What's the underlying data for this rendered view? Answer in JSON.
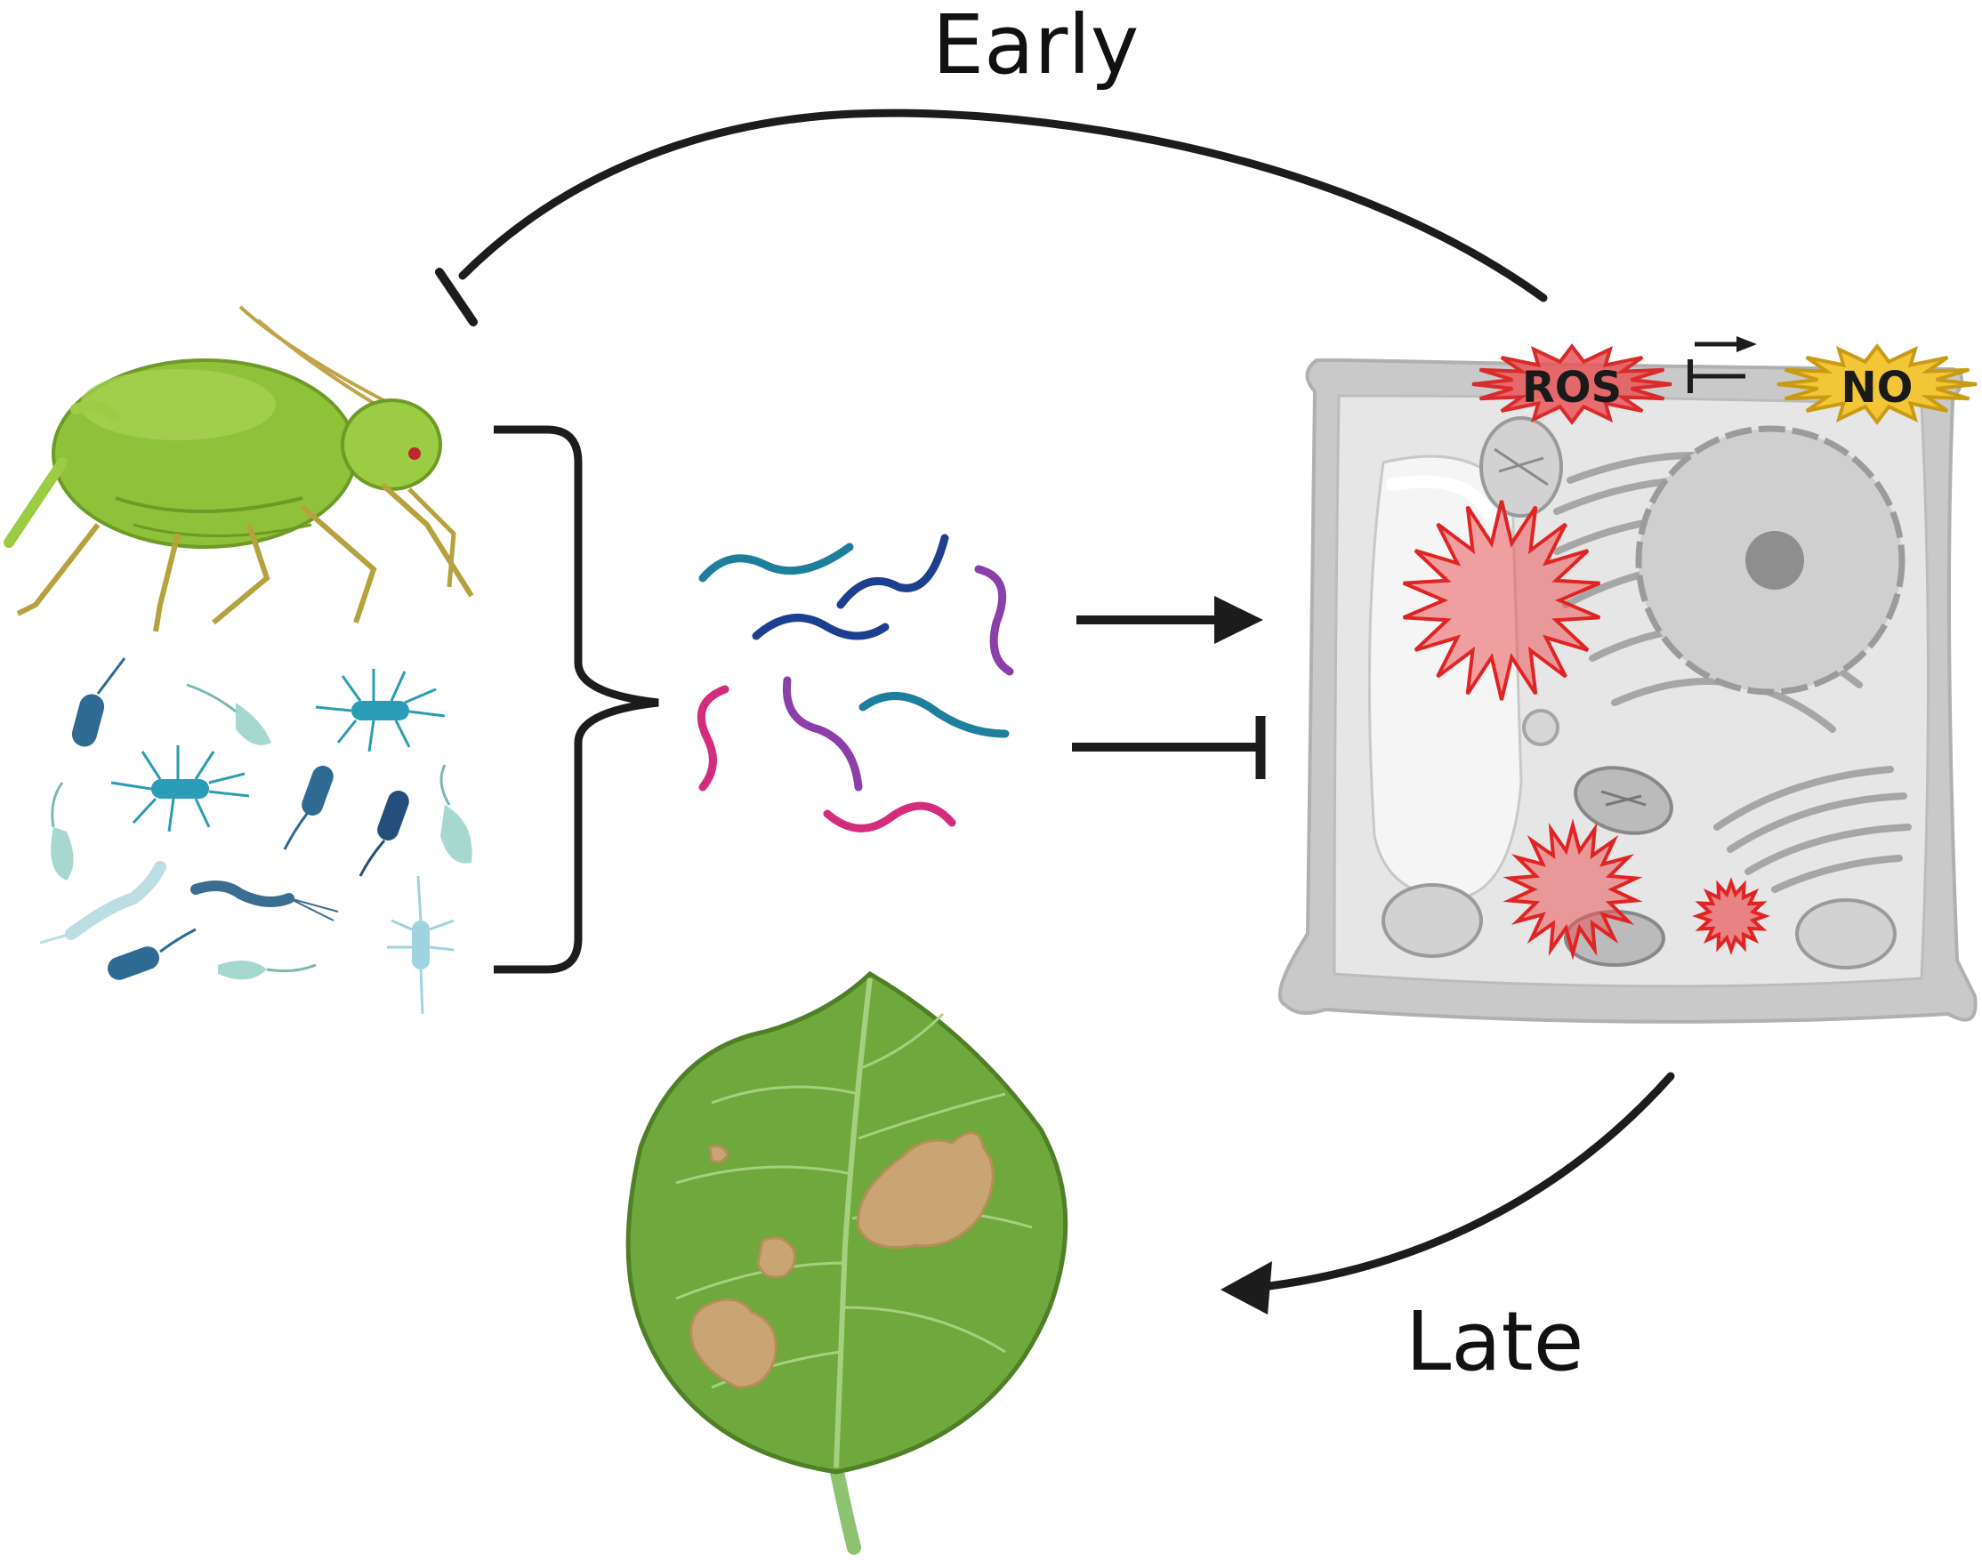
{
  "labels": {
    "early": "Early",
    "late": "Late",
    "ros": "ROS",
    "no": "NO"
  },
  "colors": {
    "arrow": "#1c1c1c",
    "ros_fill": "#e9575a",
    "ros_stroke": "#d92b2b",
    "no_fill": "#f2c637",
    "no_stroke": "#c99a14",
    "cell_wall": "#c9c9c9",
    "cytoplasm": "#e6e6e6",
    "aphid": "#8fc23a",
    "leaf": "#6fa83c",
    "lesion": "#c9a574",
    "rna_teal": "#1e7f9c",
    "rna_navy": "#1d3f8f",
    "rna_purple": "#8b3fa8",
    "rna_magenta": "#d42c7c"
  },
  "icons": [
    "aphid-icon",
    "bacteria-icon",
    "small-rna-icon",
    "plant-cell-icon",
    "leaf-lesion-icon"
  ]
}
